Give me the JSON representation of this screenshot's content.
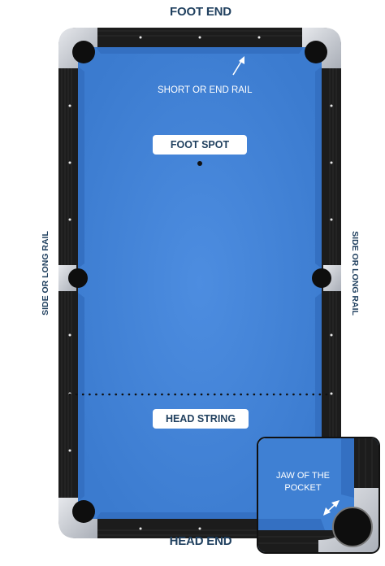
{
  "labels": {
    "foot_end": "FOOT END",
    "head_end": "HEAD END",
    "side_rail_left": "SIDE OR LONG RAIL",
    "side_rail_right": "SIDE OR LONG RAIL",
    "short_rail": "SHORT OR END RAIL",
    "foot_spot": "FOOT SPOT",
    "head_string": "HEAD STRING",
    "jaw_line1": "JAW OF THE",
    "jaw_line2": "POCKET"
  },
  "colors": {
    "cloth": "#3f80d3",
    "cushion": "#3572c4",
    "rail": "#1c1c1c",
    "corner_plate": "#c9cdd4",
    "pocket": "#0e0e0e",
    "label_text": "#1f3f5e"
  }
}
